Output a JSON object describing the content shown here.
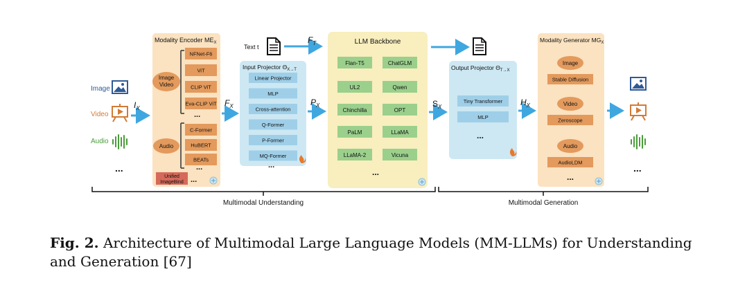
{
  "colors": {
    "orange_panel": "#fbe2c0",
    "orange_box": "#e39a5c",
    "blue_panel": "#cde8f3",
    "blue_box": "#9fcfe8",
    "yellow_panel": "#f8eebe",
    "green_box": "#9bd08c",
    "red_box": "#d56a5a",
    "arrow": "#3fa7e0",
    "image_icon": "#2f5a95",
    "video_icon": "#d27a35",
    "audio_icon": "#4a9c3a"
  },
  "inputs": {
    "image": "Image",
    "video": "Video",
    "audio": "Audio",
    "ellipsis": "..."
  },
  "labels": {
    "i_x_main": "I",
    "i_x_sub": "X",
    "f_x_main": "F",
    "f_x_sub": "X",
    "f_t_main": "F",
    "f_t_sub": "T",
    "p_x_main": "P",
    "p_x_sub": "X",
    "s_x_main": "S",
    "s_x_sub": "X",
    "h_x_main": "H",
    "h_x_sub": "X",
    "text_t": "Text t"
  },
  "encoder": {
    "title": "Modality Encoder ME",
    "title_sub": "X",
    "group_image_video": [
      "Image",
      "Video"
    ],
    "group_audio": "Audio",
    "vision_items": [
      "NFNet-F6",
      "ViT",
      "CLIP ViT",
      "Eva-CLIP ViT"
    ],
    "audio_items": [
      "C-Former",
      "HuBERT",
      "BEATs"
    ],
    "unified": [
      "Unified",
      "ImageBind"
    ],
    "ellipsis": "..."
  },
  "input_projector": {
    "title": "Input Projector Θ",
    "title_sub": "X→T",
    "items": [
      "Linear Projector",
      "MLP",
      "Cross-attention",
      "Q-Former",
      "P-Former",
      "MQ-Former"
    ],
    "ellipsis": "..."
  },
  "llm": {
    "title": "LLM Backbone",
    "left": [
      "Flan-T5",
      "UL2",
      "Chinchilla",
      "PaLM",
      "LLaMA-2"
    ],
    "right": [
      "ChatGLM",
      "Qwen",
      "OPT",
      "LLaMA",
      "Vicuna"
    ],
    "ellipsis": "..."
  },
  "output_projector": {
    "title": "Output Projector Θ",
    "title_sub": "T→X",
    "items": [
      "Tiny Transformer",
      "MLP"
    ],
    "ellipsis": "..."
  },
  "generator": {
    "title": "Modality Generator MG",
    "title_sub": "X",
    "groups": [
      {
        "label": "Image",
        "model": "Stable Diffusion"
      },
      {
        "label": "Video",
        "model": "Zeroscope"
      },
      {
        "label": "Audio",
        "model": "AudioLDM"
      }
    ],
    "ellipsis": "..."
  },
  "braces": {
    "understanding": "Multimodal Understanding",
    "generation": "Multimodal Generation"
  },
  "caption": {
    "fig": "Fig. 2.",
    "text": "Architecture of Multimodal Large Language Models (MM-LLMs) for Understanding and Generation [67]"
  }
}
